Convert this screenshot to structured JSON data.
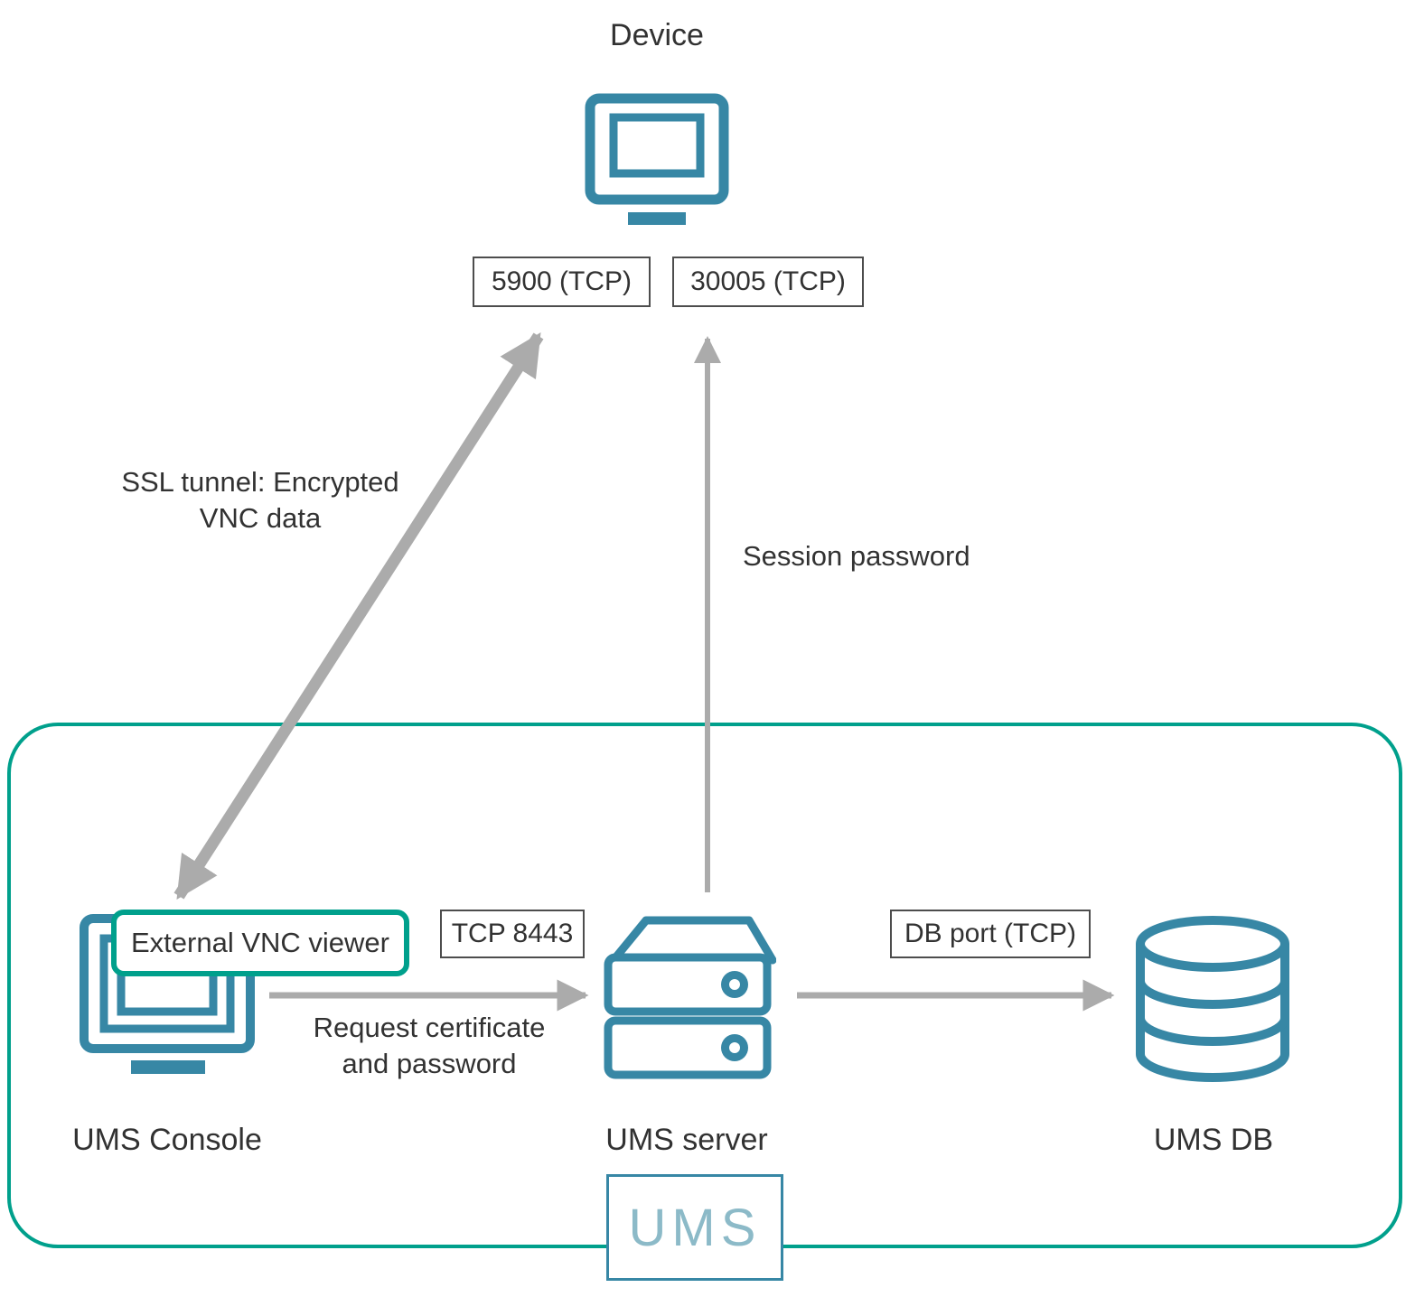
{
  "colors": {
    "icon_teal": "#3787A5",
    "boundary_teal": "#00A08C",
    "arrow_gray": "#ABABAB",
    "box_border": "#4D4D4D",
    "text": "#323232",
    "logo_text": "#8CBAC8"
  },
  "device": {
    "label": "Device"
  },
  "ports": {
    "device_vnc": "5900 (TCP)",
    "device_session": "30005 (TCP)",
    "server_tcp": "TCP 8443",
    "db": "DB port (TCP)"
  },
  "labels": {
    "ssl_tunnel": "SSL tunnel: Encrypted VNC data",
    "session_password": "Session password",
    "request": "Request certificate and password"
  },
  "nodes": {
    "vnc_viewer": "External VNC viewer",
    "console": "UMS Console",
    "server": "UMS server",
    "db": "UMS DB"
  },
  "logo": {
    "text": "UMS"
  }
}
